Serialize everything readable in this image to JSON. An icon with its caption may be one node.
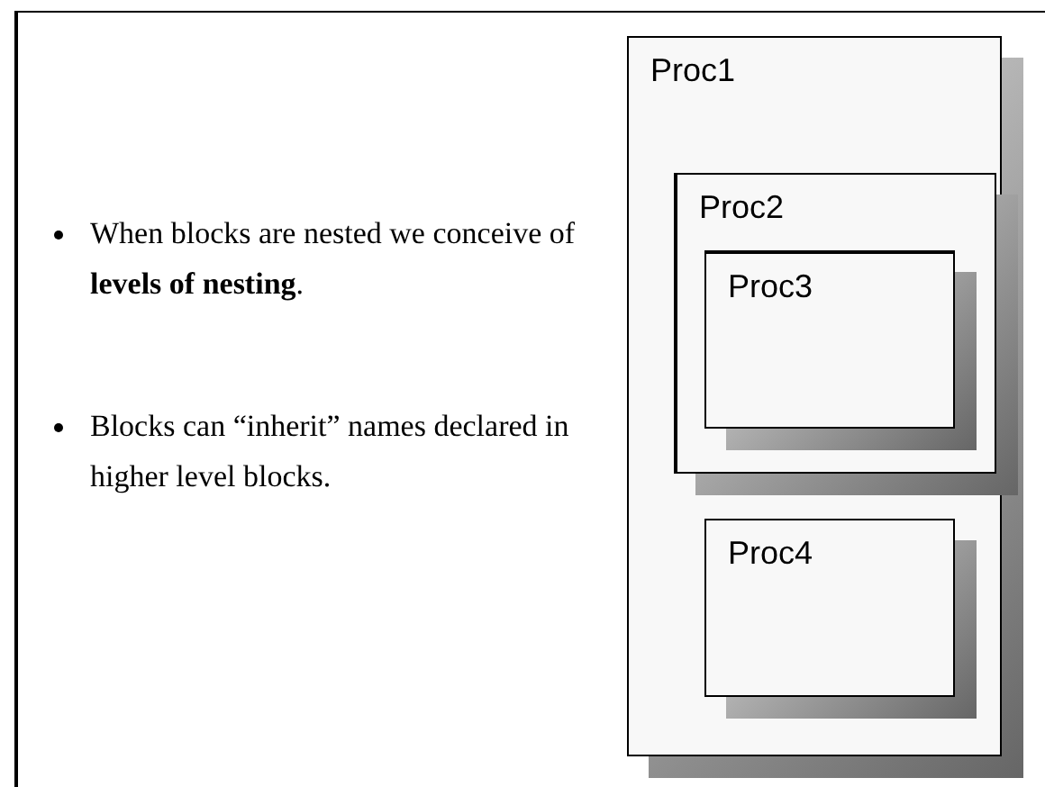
{
  "diagram": {
    "nodes": [
      {
        "text": [
          "Proc1"
        ]
      },
      {
        "text": [
          "Proc2"
        ],
        "in": 0
      },
      {
        "text": [
          "Proc3"
        ],
        "in": 1
      },
      {
        "text": [
          "Proc4"
        ],
        "in": 0
      }
    ],
    "labels": [
      "When blocks are nested we conceive of **levels of nesting**.",
      "Blocks can “inherit” names declared in higher level blocks."
    ]
  }
}
